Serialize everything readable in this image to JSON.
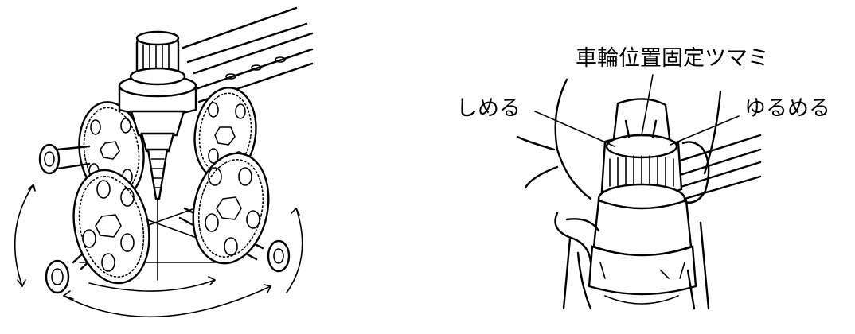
{
  "labels": {
    "knob": "車輪位置固定ツマミ",
    "tighten": "しめる",
    "loosen": "ゆるめる"
  }
}
